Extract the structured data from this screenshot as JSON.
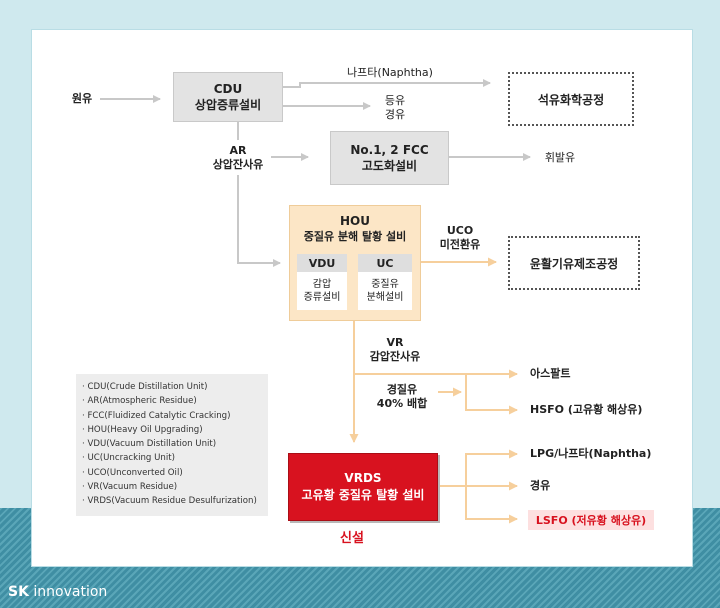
{
  "nodes": {
    "crude": "원유",
    "cdu_title": "CDU",
    "cdu_sub": "상압증류설비",
    "naphtha": "나프타(Naphtha)",
    "kerosene": "등유",
    "diesel_top": "경유",
    "petrochem": "석유화학공정",
    "ar_title": "AR",
    "ar_sub": "상압잔사유",
    "fcc_title": "No.1, 2 FCC",
    "fcc_sub": "고도화설비",
    "gasoline": "휘발유",
    "hou_title": "HOU",
    "hou_sub": "중질유 분해 탈황 설비",
    "vdu_title": "VDU",
    "vdu_l1": "감압",
    "vdu_l2": "증류설비",
    "uc_title": "UC",
    "uc_l1": "중질유",
    "uc_l2": "분해설비",
    "uco_title": "UCO",
    "uco_sub": "미전환유",
    "lube": "윤활기유제조공정",
    "vr_title": "VR",
    "vr_sub": "감압잔사유",
    "light_oil": "경질유",
    "blend": "40% 배합",
    "asphalt": "아스팔트",
    "hsfo": "HSFO (고유황 해상유)",
    "vrds_title": "VRDS",
    "vrds_sub": "고유황 중질유 탈황 설비",
    "new_label": "신설",
    "lpg": "LPG/나프타(Naphtha)",
    "diesel_bottom": "경유",
    "lsfo": "LSFO (저유황 해상유)"
  },
  "legend": [
    "· CDU(Crude Distillation Unit)",
    "· AR(Atmospheric Residue)",
    "· FCC(Fluidized Catalytic Cracking)",
    "· HOU(Heavy Oil Upgrading)",
    "· VDU(Vacuum Distillation Unit)",
    "· UC(Uncracking Unit)",
    "· UCO(Unconverted Oil)",
    "· VR(Vacuum Residue)",
    "· VRDS(Vacuum Residue Desulfurization)"
  ],
  "brand": {
    "sk": "SK",
    "innovation": " innovation"
  },
  "colors": {
    "gray_arrow": "#c8c8c8",
    "orange_arrow": "#f6cf9c",
    "vrds_red": "#d8121f",
    "hou_fill": "#fce6c6"
  }
}
